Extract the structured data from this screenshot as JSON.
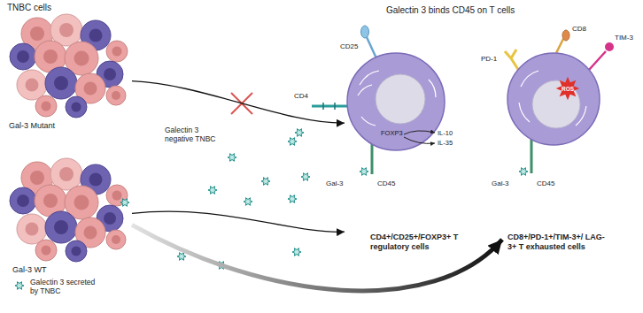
{
  "diagram": {
    "title": "Galectin 3 binds CD45 on T cells",
    "nodes": [
      {
        "text": [
          "Gal-3 Mutant"
        ]
      },
      {
        "text": [
          "Gal-3 WT"
        ]
      },
      {
        "text": [
          "FOXP3",
          "CD4+/CD25+/FOXP3+ T regulatory cells"
        ]
      },
      {
        "text": [
          "ROS",
          "CD8+/PD-1+/TIM-3+/ LAG-3+ T exhausted cells"
        ]
      }
    ],
    "edges": [
      {
        "from": 0,
        "to": 2,
        "arrow": "to",
        "label": "Galectin 3 negative TNBC"
      },
      {
        "from": 1,
        "to": 2,
        "arrow": "to"
      },
      {
        "from": 1,
        "to": 3,
        "arrow": "to"
      }
    ],
    "labels": [
      "TNBC cells",
      "Galectin 3 secreted by TNBC",
      "CD25",
      "CD4",
      "IL-10",
      "IL-35",
      "Gal-3",
      "CD45",
      "PD-1",
      "CD8",
      "TIM-3",
      "Gal-3",
      "CD45"
    ]
  }
}
